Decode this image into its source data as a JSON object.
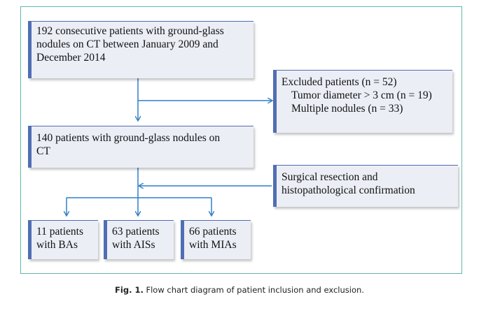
{
  "flowchart": {
    "boxes": {
      "initial": {
        "lines": [
          "192 consecutive  patients with ground-glass",
          "nodules on CT  between January 2009 and",
          "December 2014"
        ]
      },
      "excluded": {
        "lines": [
          "Excluded patients  (n = 52)",
          "Tumor diameter > 3 cm (n = 19)",
          "Multiple nodules (n = 33)"
        ]
      },
      "remaining": {
        "lines": [
          "140 patients with ground-glass  nodules on",
          "CT"
        ]
      },
      "surgery": {
        "lines": [
          "Surgical resection and",
          "histopathological  confirmation"
        ]
      },
      "ba": {
        "lines": [
          "11 patients",
          "with  BAs"
        ]
      },
      "ais": {
        "lines": [
          "63 patients",
          "with AISs"
        ]
      },
      "mia": {
        "lines": [
          "66 patients",
          "with MIAs"
        ]
      }
    },
    "colors": {
      "frame": "#5fb8a8",
      "box_fill": "#eceef6",
      "box_accent": "#4f6eb3",
      "arrow": "#2f7fc8"
    }
  },
  "caption": {
    "label": "Fig. 1.",
    "text": " Flow chart diagram of patient inclusion and exclusion."
  }
}
